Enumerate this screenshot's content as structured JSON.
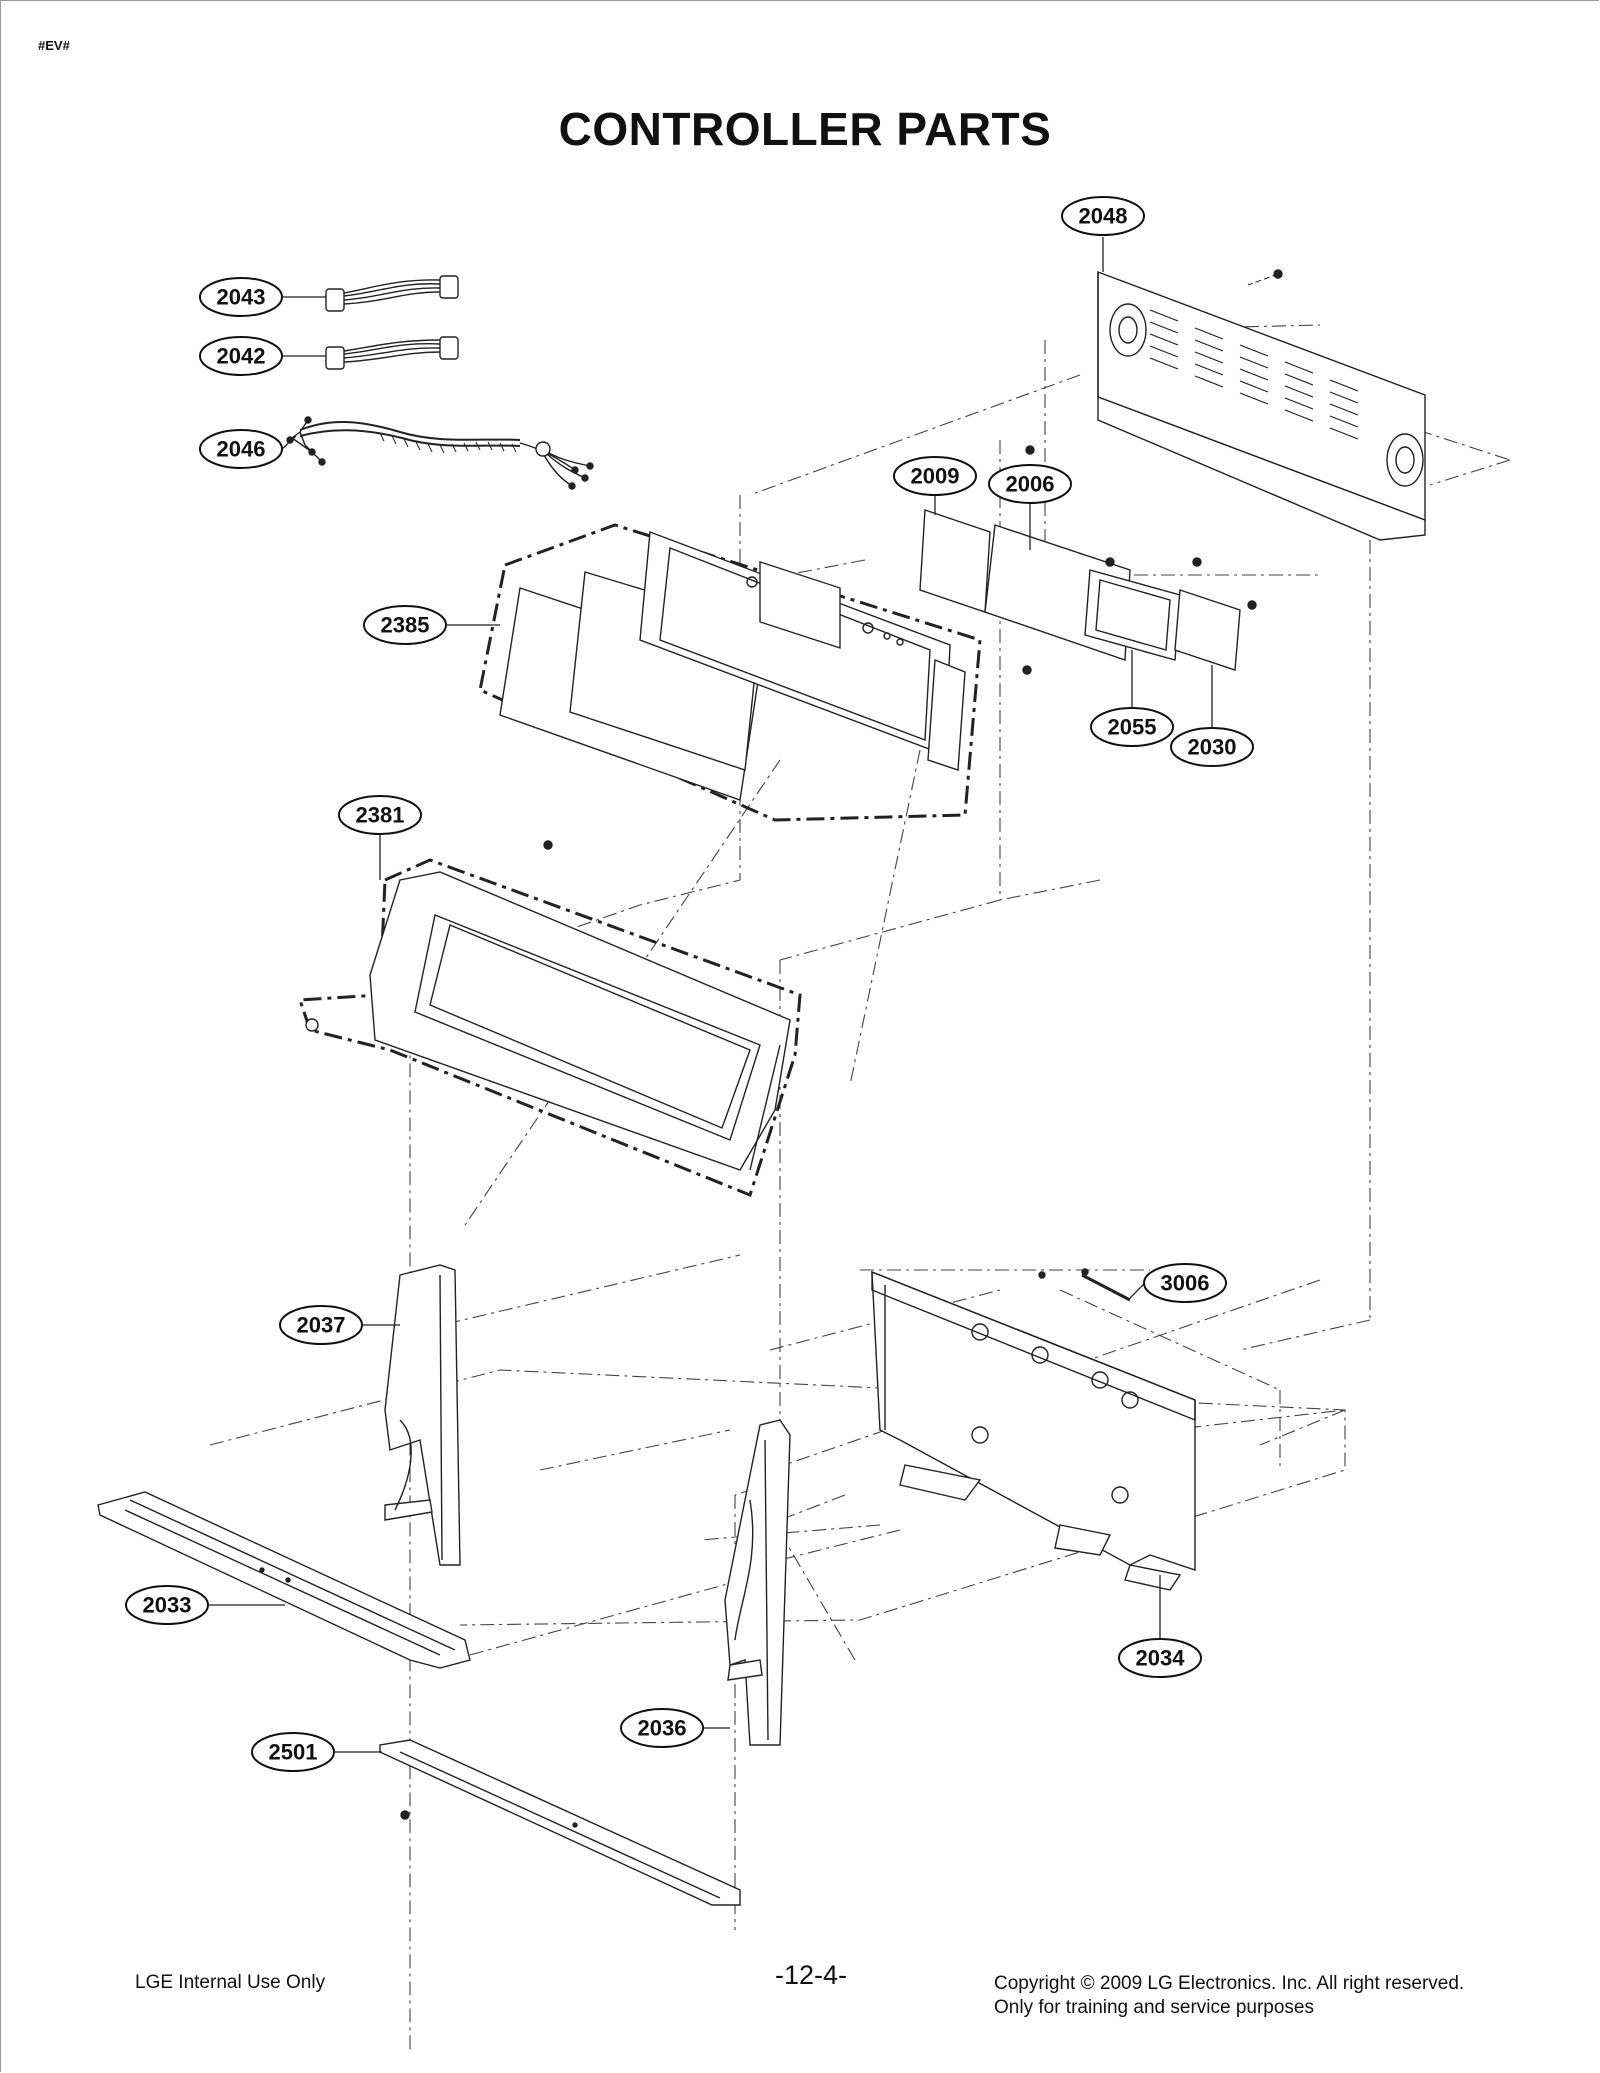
{
  "header": {
    "marker": "#EV#",
    "title": "CONTROLLER PARTS"
  },
  "parts": {
    "p2048": "2048",
    "p2043": "2043",
    "p2042": "2042",
    "p2046": "2046",
    "p2009": "2009",
    "p2006": "2006",
    "p2385": "2385",
    "p2055": "2055",
    "p2030": "2030",
    "p2381": "2381",
    "p3006": "3006",
    "p2037": "2037",
    "p2033": "2033",
    "p2034": "2034",
    "p2036": "2036",
    "p2501": "2501"
  },
  "footer": {
    "internal_use": "LGE Internal Use Only",
    "page_number": "-12-4-",
    "copyright": "Copyright © 2009 LG Electronics. Inc. All right reserved.",
    "service_note": "Only for training and service purposes"
  }
}
